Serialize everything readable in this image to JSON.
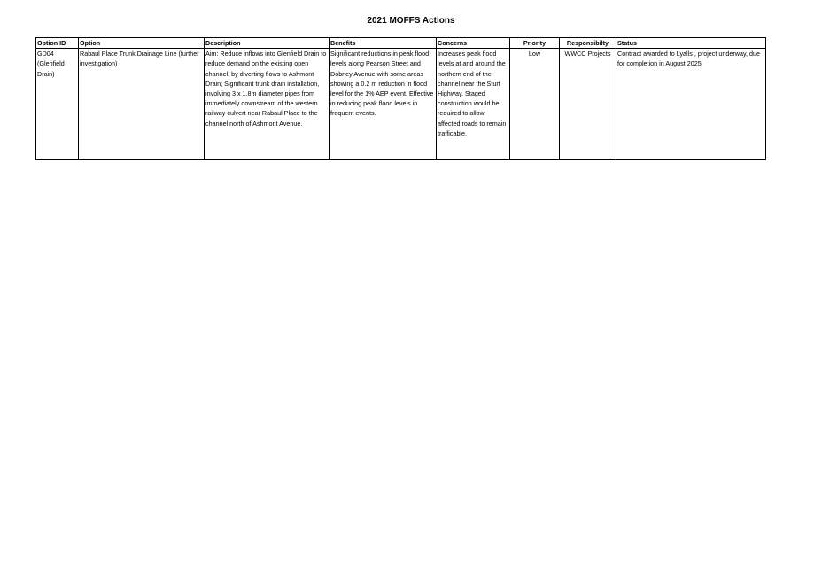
{
  "title": "2021 MOFFS Actions",
  "columns": {
    "option_id": "Option ID",
    "option": "Option",
    "description": "Description",
    "benefits": "Benefits",
    "concerns": "Concerns",
    "priority": "Priority",
    "responsibility": "Responsibilty",
    "status": "Status"
  },
  "rows": [
    {
      "option_id": "GD04 (Glenfield Drain)",
      "option": "Rabaul Place Trunk Drainage Line (further investigation)",
      "description": "Aim: Reduce inflows into Glenfield Drain to reduce demand on the existing open channel, by diverting flows to Ashmont Drain; Significant trunk drain installation, involving 3 x 1.8m diameter pipes from immediately downstream of the western railway culvert near Rabaul Place to the channel north of Ashmont Avenue.",
      "benefits": "Significant reductions in peak flood levels along Pearson Street and Dobney Avenue with some areas showing a 0.2 m reduction in flood level for the 1% AEP event. Effective in reducing peak flood levels in frequent events.",
      "concerns": "Increases peak flood levels at and around the northern end of the channel near the Sturt Highway. Staged construction would be required to allow affected roads to remain trafficable.",
      "priority": "Low",
      "responsibility": "WWCC Projects",
      "status": "Contract awarded to Lyalls , project underway, due for completion in August 2025"
    }
  ]
}
